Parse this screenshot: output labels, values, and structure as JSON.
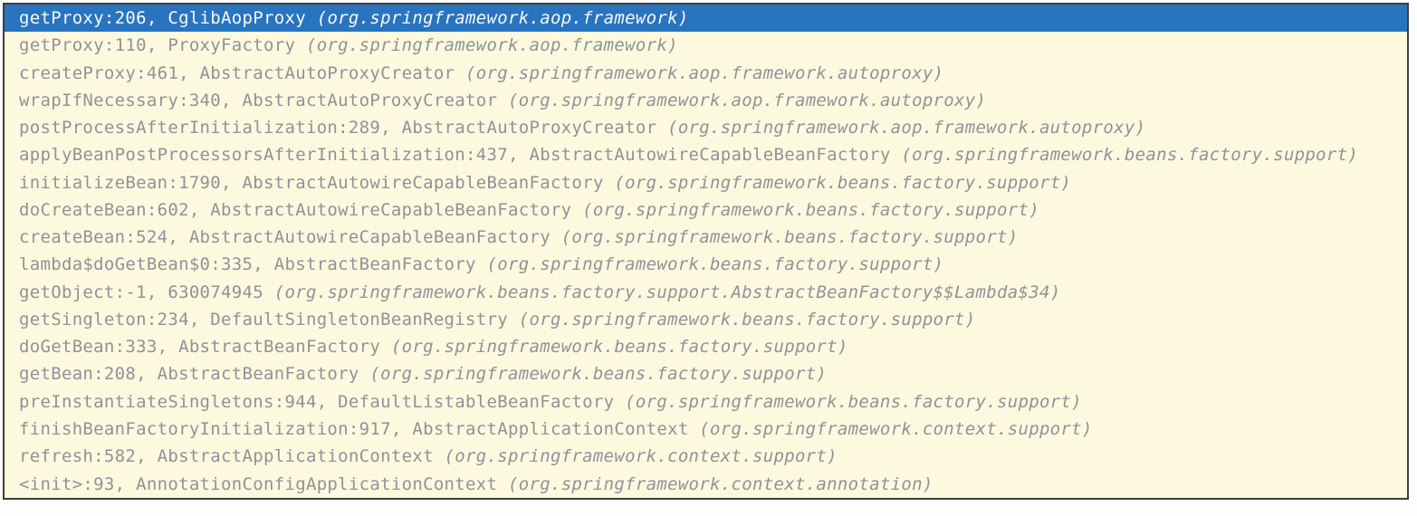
{
  "panel": {
    "kind": "debugger-call-stack-frames",
    "selected_index": 0,
    "colors": {
      "page_background": "#fdfdfd",
      "panel_background": "#fcf9df",
      "panel_border": "#3e3e3e",
      "frame_text": "#8f9398",
      "selection_background": "#2874bf",
      "selection_text": "#f8f8f8"
    },
    "frames": [
      {
        "method": "getProxy",
        "line": "206",
        "class": "CglibAopProxy",
        "package": "org.springframework.aop.framework"
      },
      {
        "method": "getProxy",
        "line": "110",
        "class": "ProxyFactory",
        "package": "org.springframework.aop.framework"
      },
      {
        "method": "createProxy",
        "line": "461",
        "class": "AbstractAutoProxyCreator",
        "package": "org.springframework.aop.framework.autoproxy"
      },
      {
        "method": "wrapIfNecessary",
        "line": "340",
        "class": "AbstractAutoProxyCreator",
        "package": "org.springframework.aop.framework.autoproxy"
      },
      {
        "method": "postProcessAfterInitialization",
        "line": "289",
        "class": "AbstractAutoProxyCreator",
        "package": "org.springframework.aop.framework.autoproxy"
      },
      {
        "method": "applyBeanPostProcessorsAfterInitialization",
        "line": "437",
        "class": "AbstractAutowireCapableBeanFactory",
        "package": "org.springframework.beans.factory.support"
      },
      {
        "method": "initializeBean",
        "line": "1790",
        "class": "AbstractAutowireCapableBeanFactory",
        "package": "org.springframework.beans.factory.support"
      },
      {
        "method": "doCreateBean",
        "line": "602",
        "class": "AbstractAutowireCapableBeanFactory",
        "package": "org.springframework.beans.factory.support"
      },
      {
        "method": "createBean",
        "line": "524",
        "class": "AbstractAutowireCapableBeanFactory",
        "package": "org.springframework.beans.factory.support"
      },
      {
        "method": "lambda$doGetBean$0",
        "line": "335",
        "class": "AbstractBeanFactory",
        "package": "org.springframework.beans.factory.support"
      },
      {
        "method": "getObject",
        "line": "-1",
        "class": "630074945",
        "package": "org.springframework.beans.factory.support.AbstractBeanFactory$$Lambda$34"
      },
      {
        "method": "getSingleton",
        "line": "234",
        "class": "DefaultSingletonBeanRegistry",
        "package": "org.springframework.beans.factory.support"
      },
      {
        "method": "doGetBean",
        "line": "333",
        "class": "AbstractBeanFactory",
        "package": "org.springframework.beans.factory.support"
      },
      {
        "method": "getBean",
        "line": "208",
        "class": "AbstractBeanFactory",
        "package": "org.springframework.beans.factory.support"
      },
      {
        "method": "preInstantiateSingletons",
        "line": "944",
        "class": "DefaultListableBeanFactory",
        "package": "org.springframework.beans.factory.support"
      },
      {
        "method": "finishBeanFactoryInitialization",
        "line": "917",
        "class": "AbstractApplicationContext",
        "package": "org.springframework.context.support"
      },
      {
        "method": "refresh",
        "line": "582",
        "class": "AbstractApplicationContext",
        "package": "org.springframework.context.support"
      },
      {
        "method": "<init>",
        "line": "93",
        "class": "AnnotationConfigApplicationContext",
        "package": "org.springframework.context.annotation"
      }
    ]
  }
}
